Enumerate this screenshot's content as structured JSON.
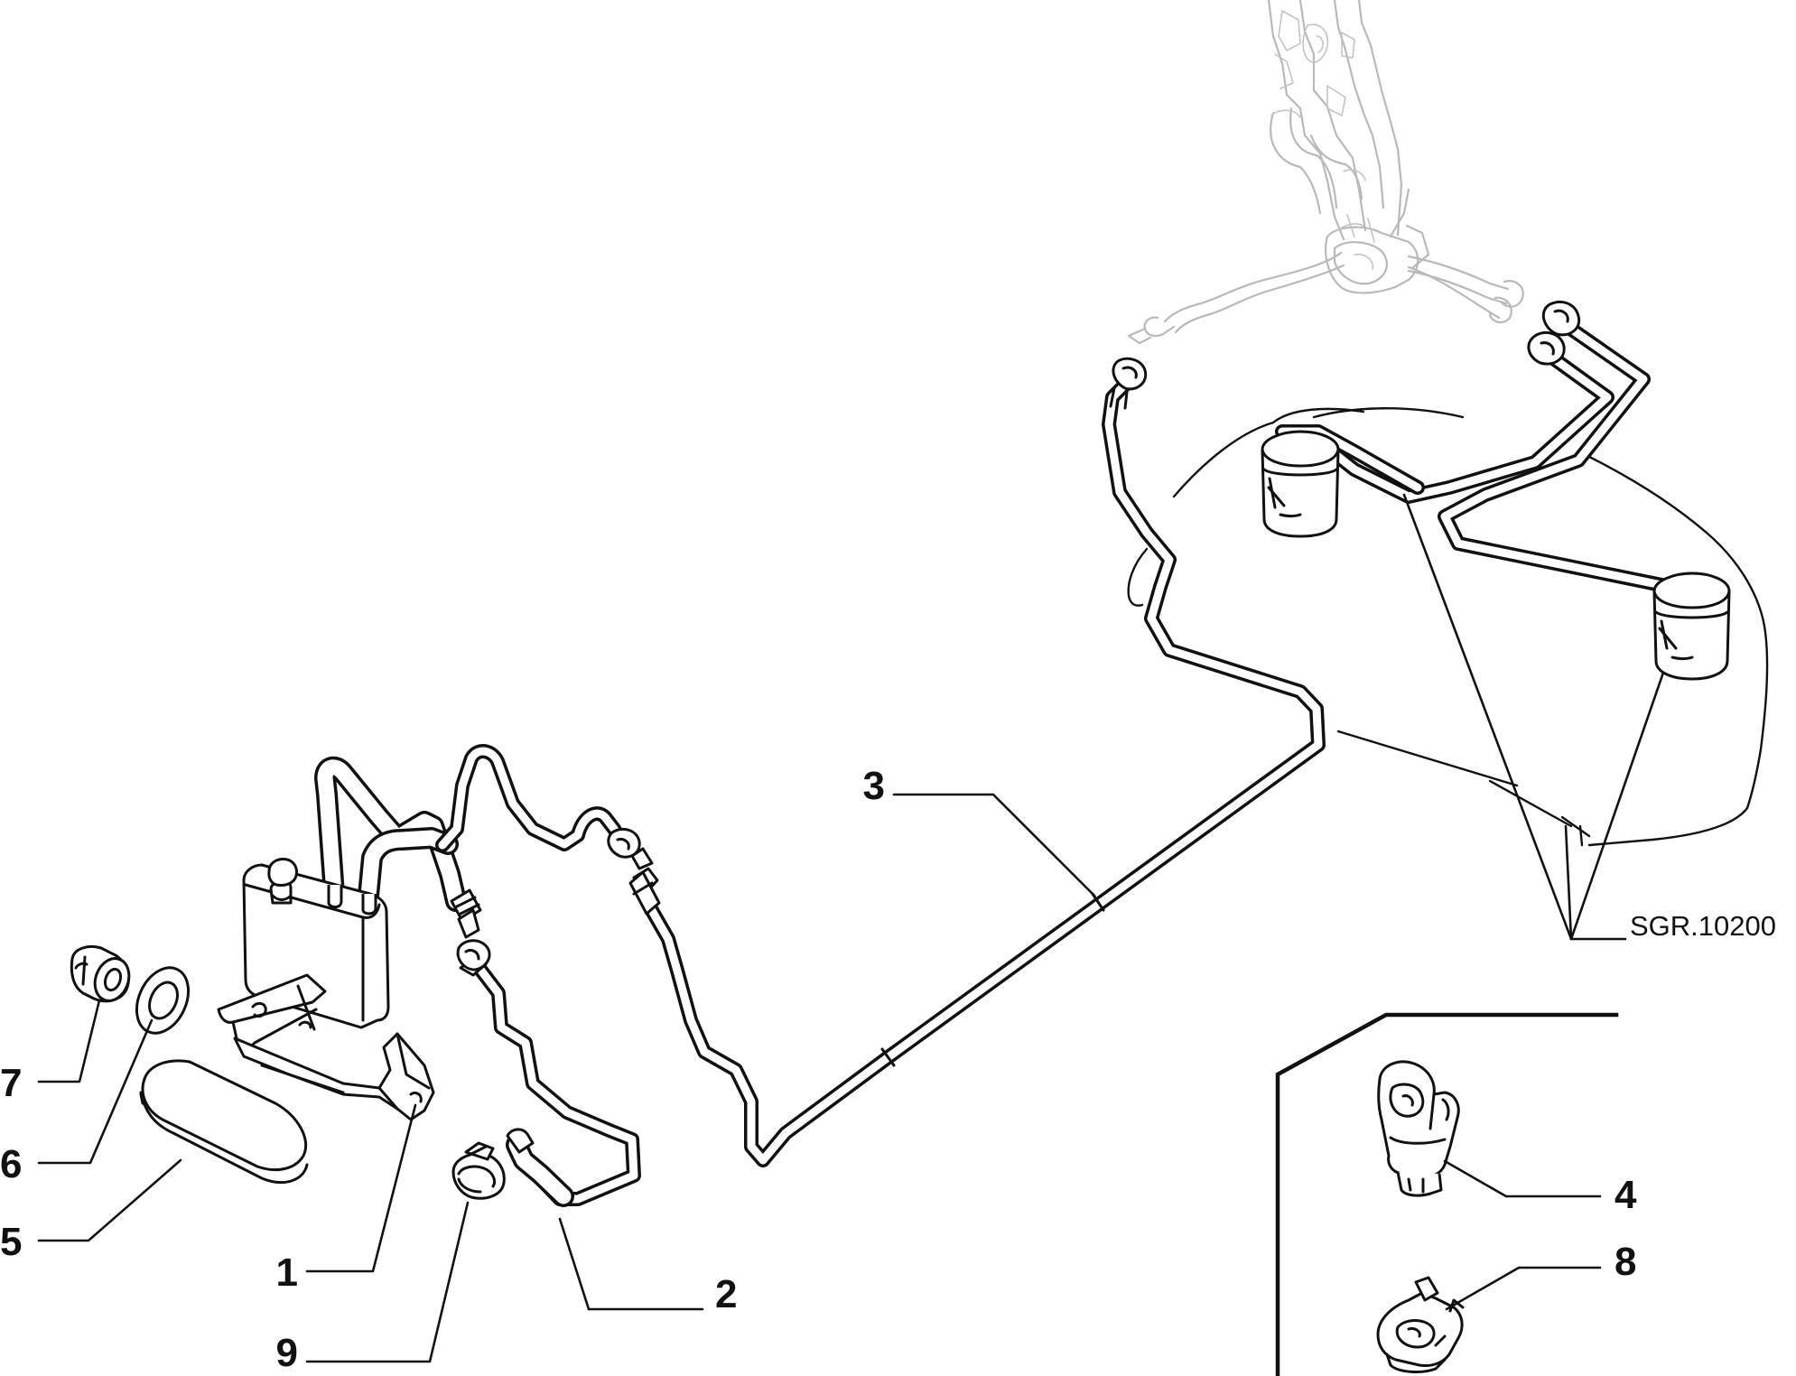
{
  "drawing_code": "SGR.10200",
  "callouts": {
    "c1": "1",
    "c2": "2",
    "c3": "3",
    "c4": "4",
    "c5": "5",
    "c6": "6",
    "c7": "7",
    "c8": "8",
    "c9": "9"
  },
  "parts": [
    {
      "ref": "1",
      "icon": "charcoal-canister"
    },
    {
      "ref": "2",
      "icon": "vapour-hose"
    },
    {
      "ref": "3",
      "icon": "vapour-pipe"
    },
    {
      "ref": "4",
      "icon": "pipe-clip"
    },
    {
      "ref": "5",
      "icon": "cover-pad"
    },
    {
      "ref": "6",
      "icon": "washer"
    },
    {
      "ref": "7",
      "icon": "grommet"
    },
    {
      "ref": "8",
      "icon": "pipe-clip"
    },
    {
      "ref": "9",
      "icon": "hose-clamp"
    }
  ]
}
